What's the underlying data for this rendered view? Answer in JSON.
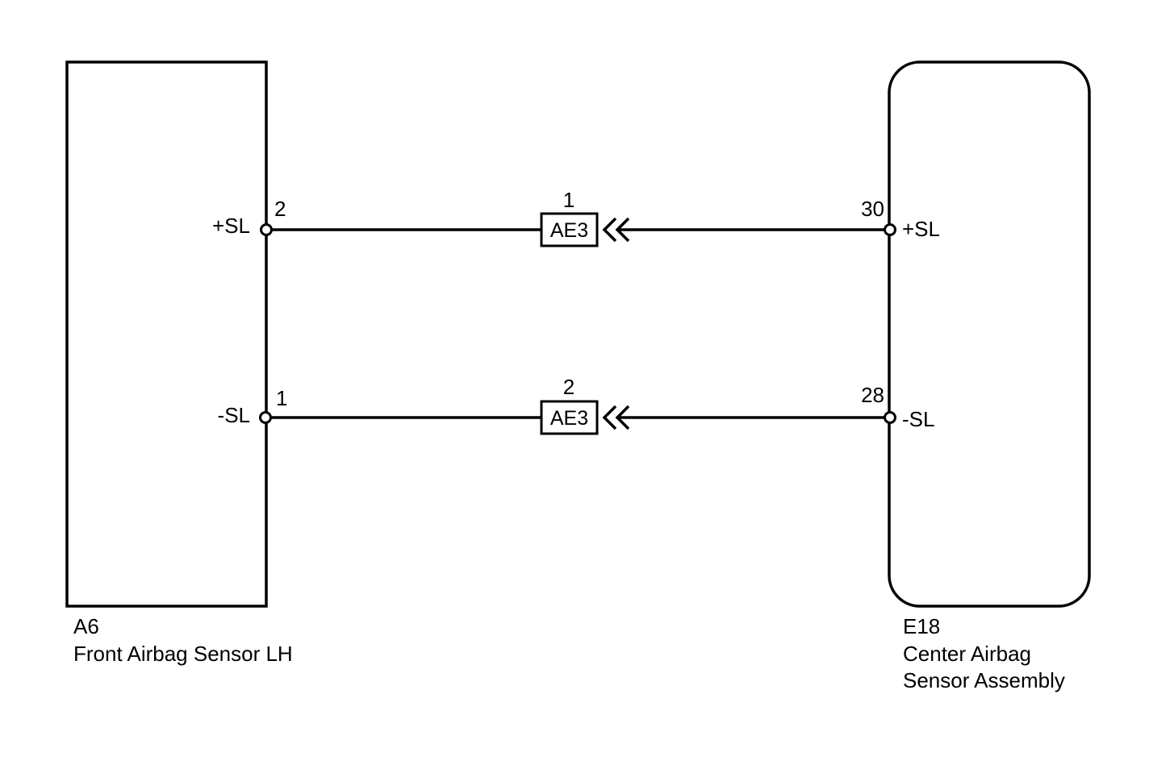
{
  "components": {
    "left": {
      "code": "A6",
      "name": "Front Airbag Sensor LH"
    },
    "right": {
      "code": "E18",
      "name_line1": "Center Airbag",
      "name_line2": "Sensor Assembly"
    }
  },
  "circuits": [
    {
      "left_signal": "+SL",
      "left_pin": "2",
      "connector": "AE3",
      "connector_pin": "1",
      "right_pin": "30",
      "right_signal": "+SL"
    },
    {
      "left_signal": "-SL",
      "left_pin": "1",
      "connector": "AE3",
      "connector_pin": "2",
      "right_pin": "28",
      "right_signal": "-SL"
    }
  ]
}
